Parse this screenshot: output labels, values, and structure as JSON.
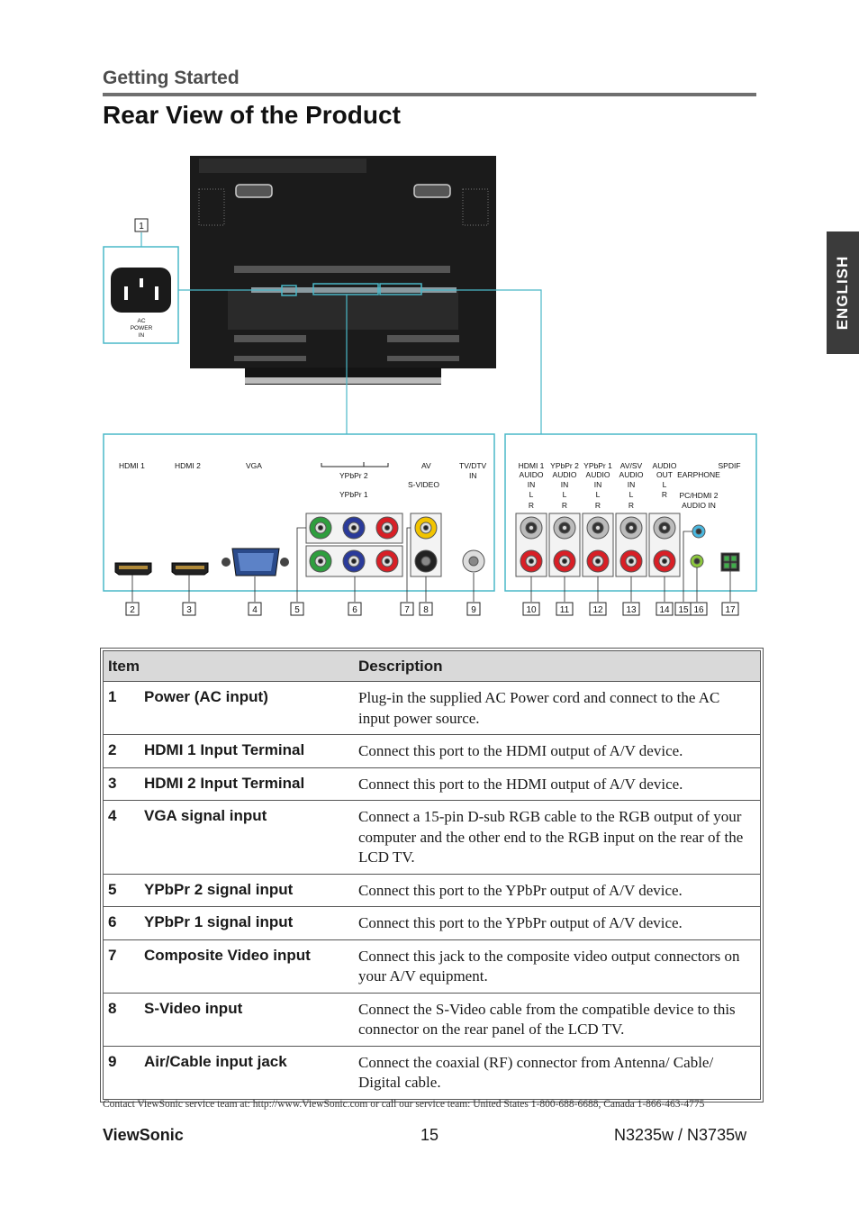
{
  "header": {
    "section_title": "Getting Started",
    "page_title": "Rear View of the Product"
  },
  "side_tab": {
    "label": "ENGLISH"
  },
  "diagram": {
    "power": {
      "number": "1",
      "label_lines": [
        "AC",
        "POWER",
        "IN"
      ]
    },
    "left_panel": {
      "labels": {
        "hdmi1": "HDMI 1",
        "hdmi2": "HDMI 2",
        "vga": "VGA",
        "ypbpr2": "YPbPr 2",
        "ypbpr1": "YPbPr 1",
        "av": "AV",
        "svideo": "S-VIDEO",
        "tvdtv": "TV/DTV",
        "tvdtv_in": "IN"
      },
      "numbers": [
        "2",
        "3",
        "4",
        "5",
        "6",
        "7",
        "8",
        "9"
      ]
    },
    "right_panel": {
      "columns": [
        {
          "lines": [
            "HDMI 1",
            "AUIDO",
            "IN",
            "L",
            "R"
          ]
        },
        {
          "lines": [
            "YPbPr 2",
            "AUDIO",
            "IN",
            "L",
            "R"
          ]
        },
        {
          "lines": [
            "YPbPr 1",
            "AUDIO",
            "IN",
            "L",
            "R"
          ]
        },
        {
          "lines": [
            "AV/SV",
            "AUDIO",
            "IN",
            "L",
            "R"
          ]
        },
        {
          "lines": [
            "AUDIO",
            "OUT",
            "L",
            "R"
          ]
        }
      ],
      "earphone": "EARPHONE",
      "pc_hdmi2_lines": [
        "PC/HDMI 2",
        "AUDIO IN"
      ],
      "spdif": "SPDIF",
      "numbers": [
        "10",
        "11",
        "12",
        "13",
        "14",
        "15",
        "16",
        "17"
      ]
    }
  },
  "table": {
    "headers": {
      "item": "Item",
      "description": "Description"
    },
    "rows": [
      {
        "num": "1",
        "name": "Power (AC input)",
        "desc": "Plug-in the supplied AC Power cord and connect to the AC input power source."
      },
      {
        "num": "2",
        "name": "HDMI 1 Input Terminal",
        "desc": "Connect this port to the HDMI output of A/V device."
      },
      {
        "num": "3",
        "name": "HDMI 2 Input Terminal",
        "desc": "Connect this port to the HDMI output of A/V device."
      },
      {
        "num": "4",
        "name": "VGA signal input",
        "desc": "Connect a 15-pin D-sub RGB cable to the RGB output of your computer and the other end to the RGB input on the rear of the LCD TV."
      },
      {
        "num": "5",
        "name": "YPbPr 2 signal input",
        "desc": "Connect this port to the YPbPr output of A/V device."
      },
      {
        "num": "6",
        "name": "YPbPr 1 signal input",
        "desc": "Connect this port to the YPbPr output of A/V device."
      },
      {
        "num": "7",
        "name": "Composite Video input",
        "desc": "Connect this jack to the composite video output connectors on your A/V equipment."
      },
      {
        "num": "8",
        "name": "S-Video input",
        "desc": "Connect the S-Video cable from the compatible device to this connector on the rear panel of the LCD TV."
      },
      {
        "num": "9",
        "name": "Air/Cable input jack",
        "desc": "Connect the coaxial (RF) connector from Antenna/ Cable/ Digital cable."
      }
    ]
  },
  "footer": {
    "contact": "Contact ViewSonic service team at: http://www.ViewSonic.com or call our service team: United States 1-800-688-6688, Canada 1-866-463-4775",
    "brand": "ViewSonic",
    "page_number": "15",
    "model": "N3235w / N3735w"
  },
  "colors": {
    "accent": "#4ab8c8",
    "tab": "#3b3b3b",
    "rule": "#6f6f6f"
  }
}
